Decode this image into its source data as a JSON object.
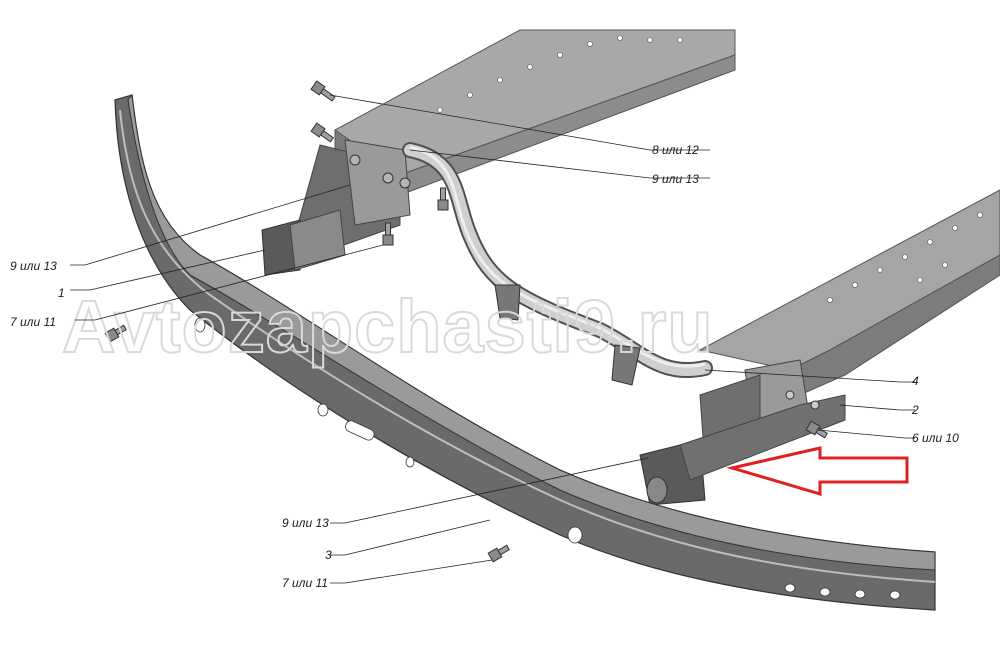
{
  "callouts": {
    "c8_12": "8 или 12",
    "c9_13_top": "9 или 13",
    "c9_13_left": "9 или 13",
    "c1": "1",
    "c7_11_top": "7 или 11",
    "c4": "4",
    "c2": "2",
    "c6_10": "6 или 10",
    "c9_13_bottom": "9 или 13",
    "c3": "3",
    "c7_11_bottom": "7 или 11"
  },
  "watermark": "Avtozapchasti9.ru",
  "colors": {
    "metal_dark": "#5c5c5c",
    "metal_mid": "#8a8a8a",
    "metal_light": "#b8b8b8",
    "metal_top": "#9e9e9e",
    "tube": "#c8c8c8",
    "arrow": "#e02020",
    "leader": "#222222"
  },
  "icons": [
    "bolt-icon",
    "red-arrow-icon"
  ]
}
